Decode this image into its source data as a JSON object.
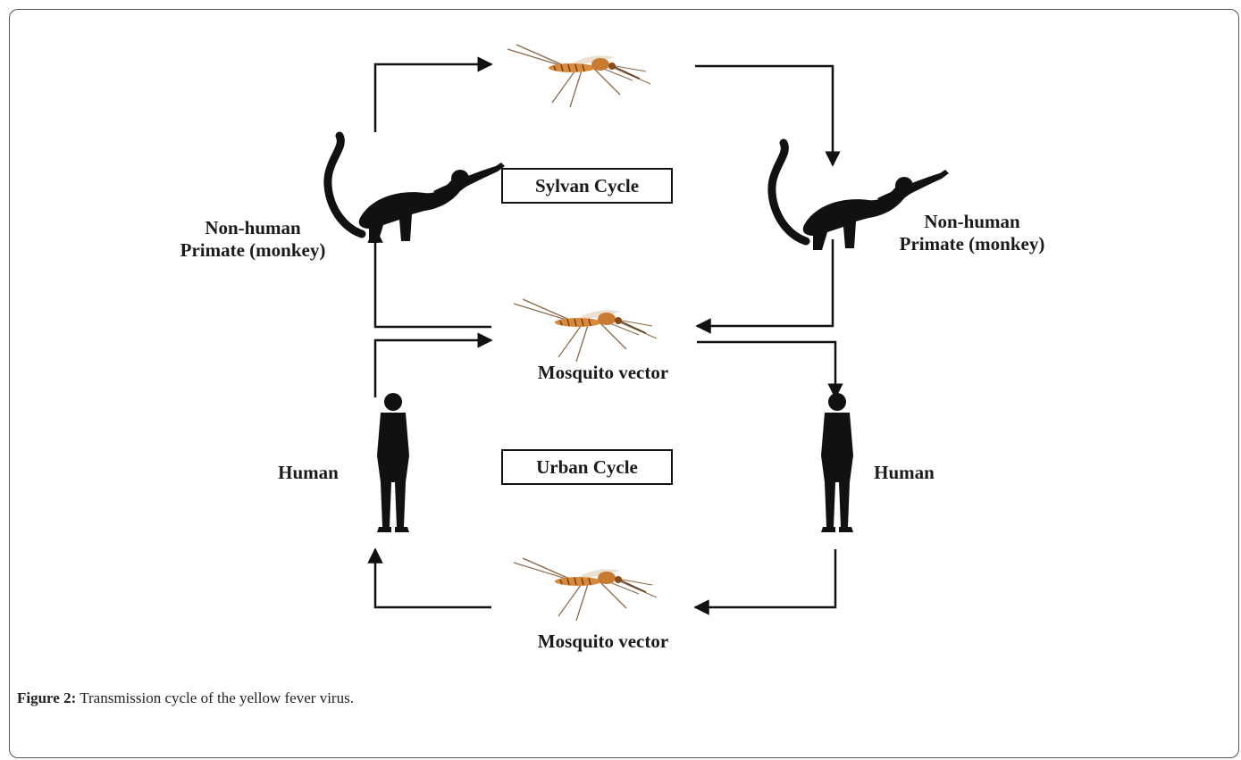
{
  "diagram": {
    "sylvan_label": "Sylvan Cycle",
    "urban_label": "Urban Cycle",
    "primate_left_label": "Non-human\nPrimate (monkey)",
    "primate_right_label": "Non-human\nPrimate (monkey)",
    "mosquito_middle_label": "Mosquito vector",
    "mosquito_bottom_label": "Mosquito vector",
    "human_left_label": "Human",
    "human_right_label": "Human"
  },
  "caption": {
    "prefix": "Figure 2:",
    "text": " Transmission cycle of the yellow fever virus."
  },
  "colors": {
    "arrow": "#111111",
    "silhouette": "#111111",
    "mosquito_body": "#d9893a",
    "mosquito_legs": "#8a6a4a"
  }
}
